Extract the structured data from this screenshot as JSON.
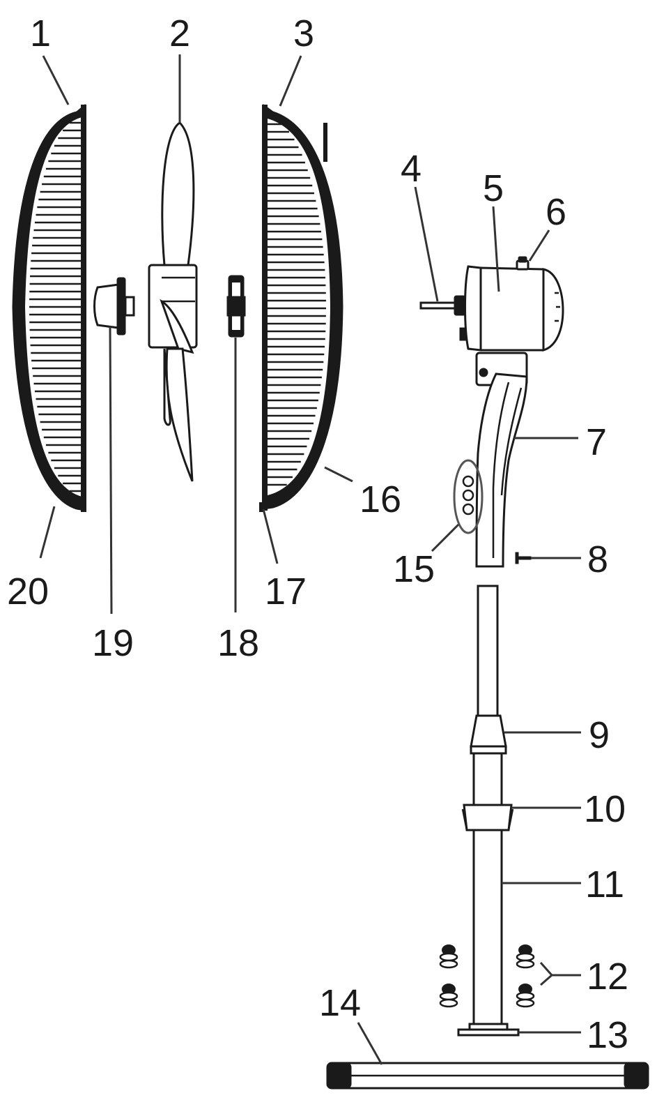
{
  "labels": {
    "p1": "1",
    "p2": "2",
    "p3": "3",
    "p4": "4",
    "p5": "5",
    "p6": "6",
    "p7": "7",
    "p8": "8",
    "p9": "9",
    "p10": "10",
    "p11": "11",
    "p12": "12",
    "p13": "13",
    "p14": "14",
    "p15": "15",
    "p16": "16",
    "p17": "17",
    "p18": "18",
    "p19": "19",
    "p20": "20"
  },
  "colors": {
    "line": "#1a1a1a",
    "background": "#ffffff"
  }
}
